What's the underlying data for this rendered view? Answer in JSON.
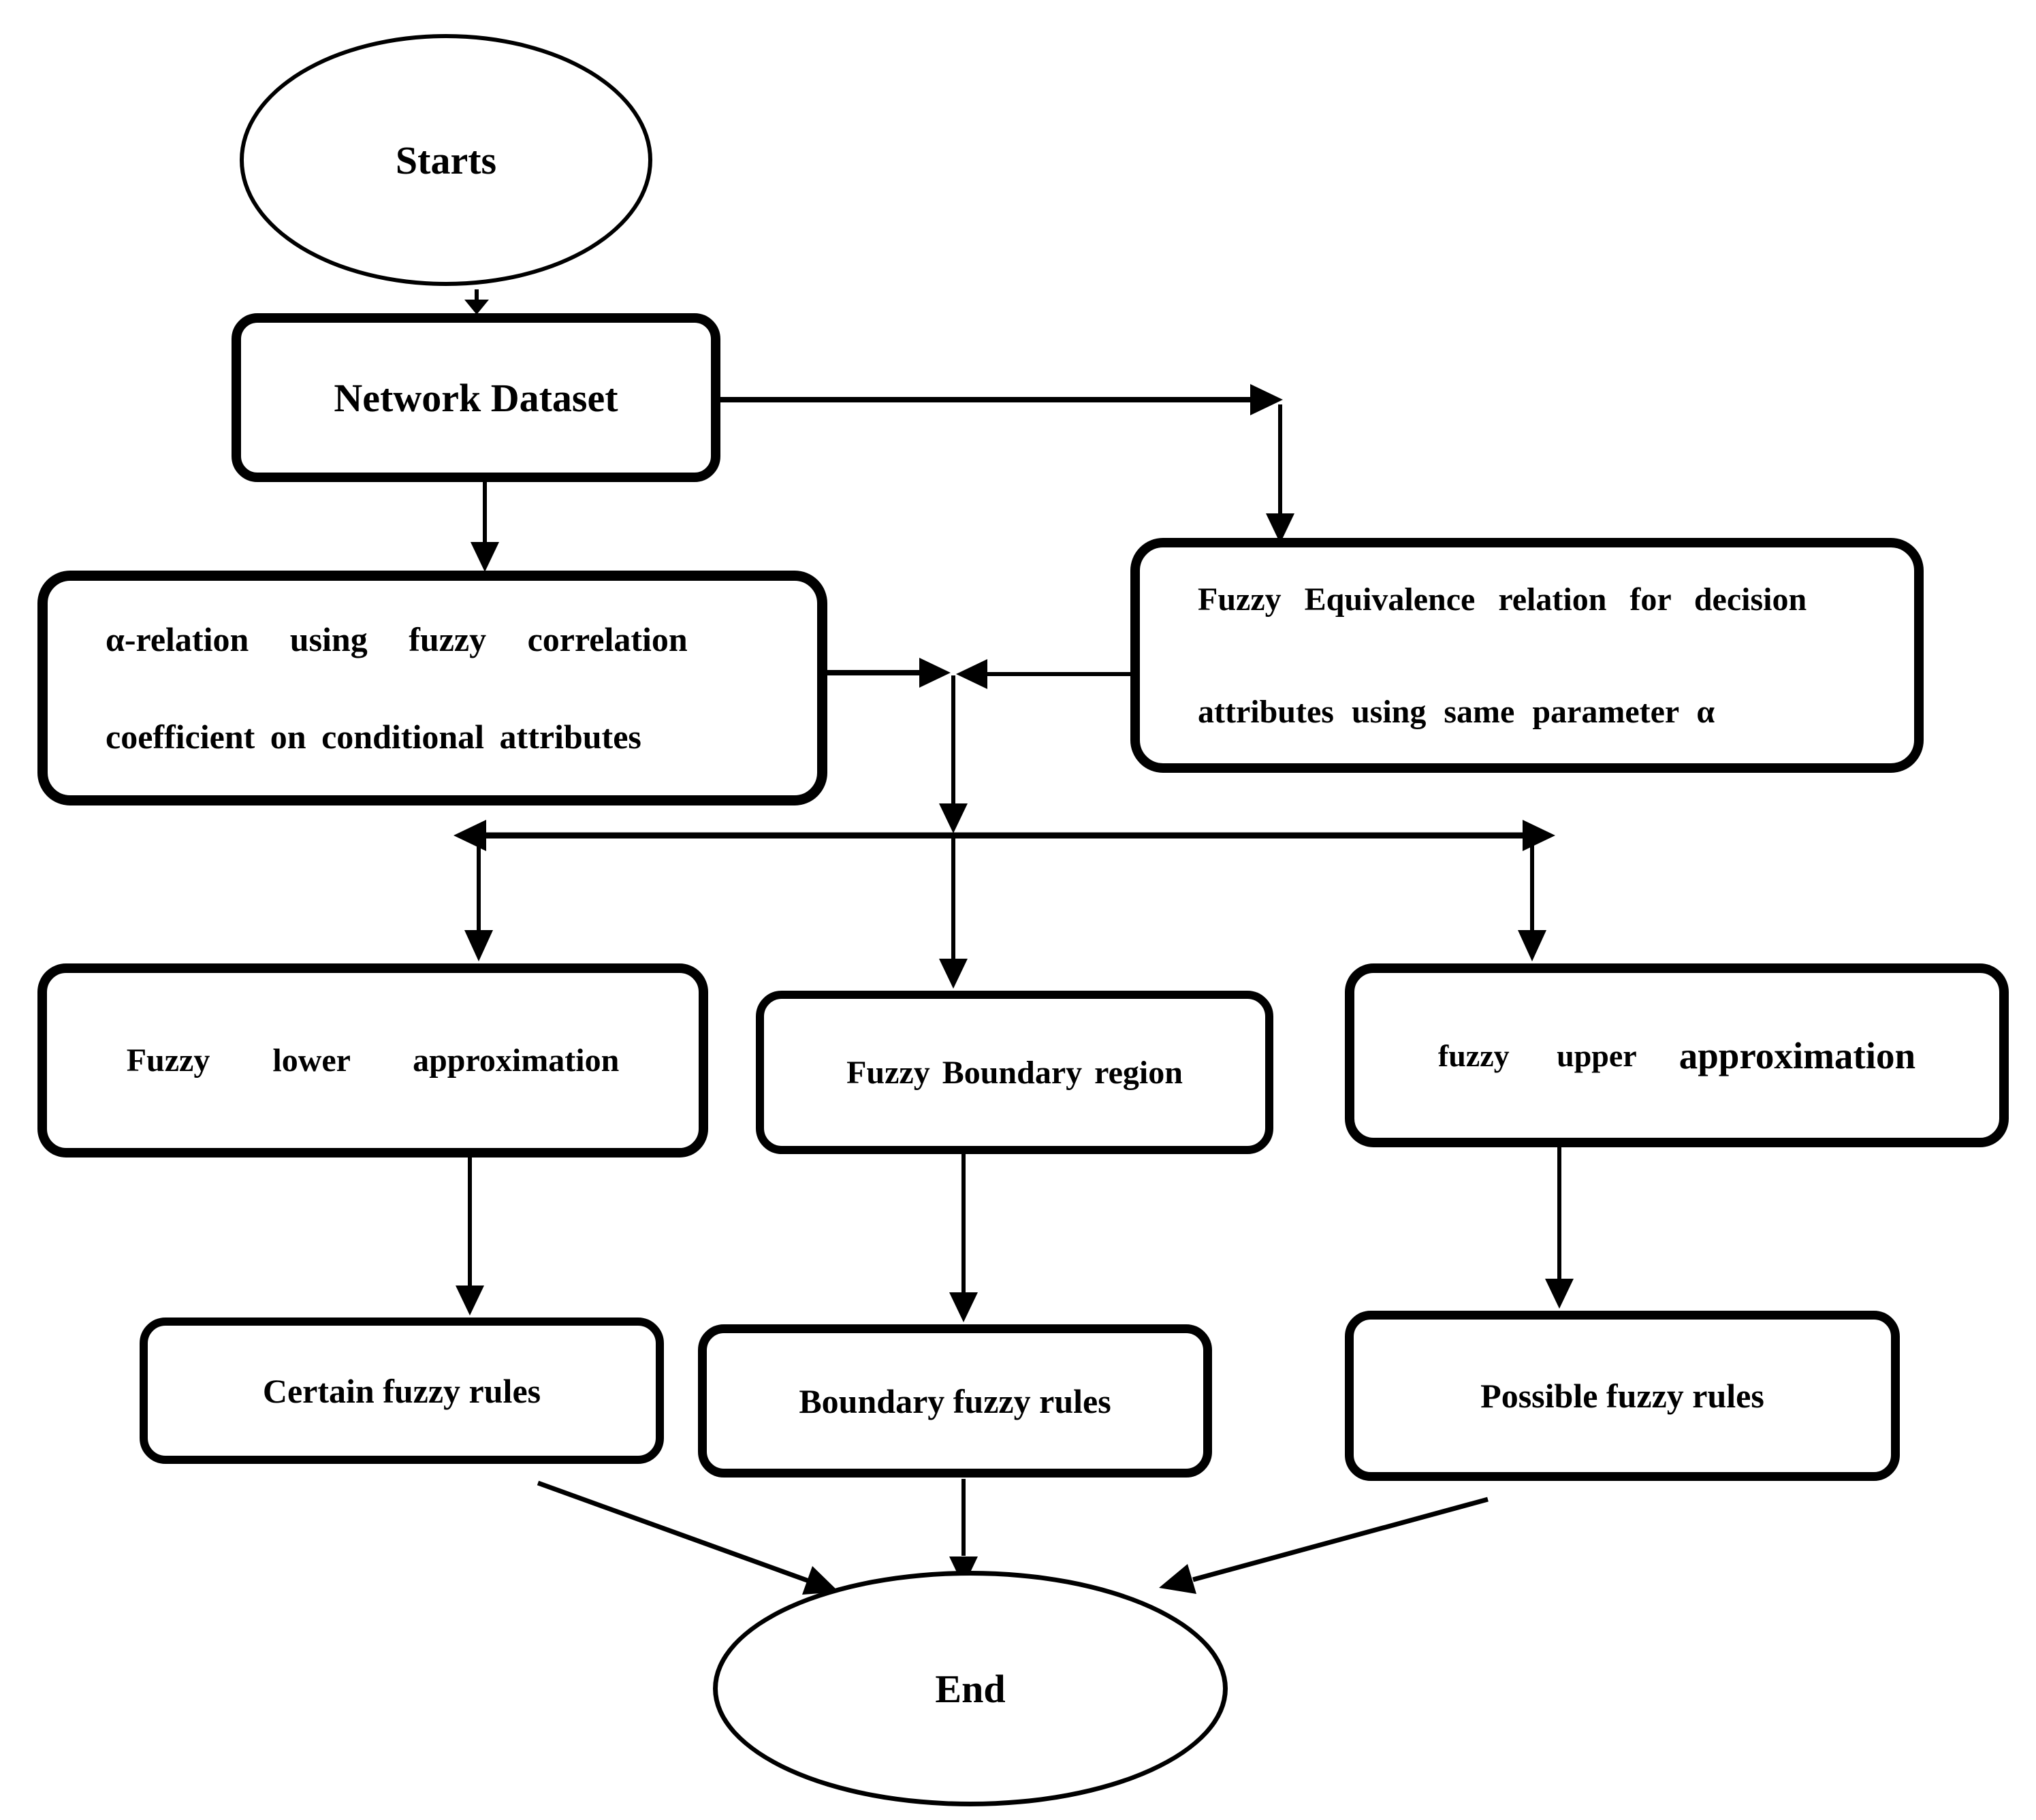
{
  "diagram": {
    "type": "flowchart",
    "background_color": "#ffffff",
    "ink_color": "#000000"
  },
  "nodes": {
    "start": {
      "label": "Starts"
    },
    "network": {
      "label": "Network Dataset"
    },
    "alpha_relation": {
      "line1": "α-relation using fuzzy correlation",
      "line2": "coefficient on conditional attributes"
    },
    "equivalence": {
      "line1": "Fuzzy Equivalence relation for decision",
      "line2": "attributes using same parameter α"
    },
    "lower": {
      "label": "Fuzzy lower approximation"
    },
    "boundary_region": {
      "label": "Fuzzy Boundary region"
    },
    "upper": {
      "label1": "fuzzy upper",
      "label2": "approximation"
    },
    "certain_rules": {
      "label": "Certain fuzzy rules"
    },
    "boundary_rules": {
      "label": "Boundary fuzzy rules"
    },
    "possible_rules": {
      "label": "Possible fuzzy rules"
    },
    "end": {
      "label": "End"
    }
  }
}
